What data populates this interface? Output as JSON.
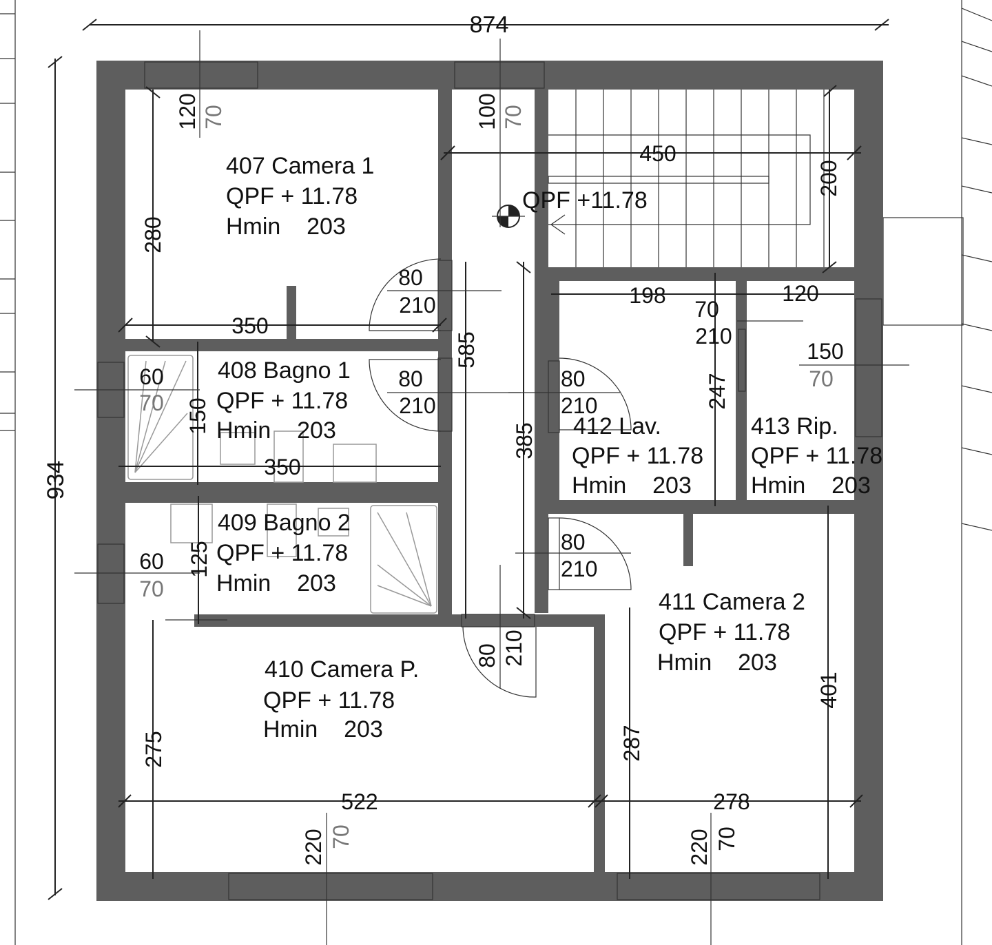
{
  "overall": {
    "width": "874",
    "height": "934"
  },
  "rooms": {
    "r407": {
      "name": "407  Camera 1",
      "qpf": "QPF + 11.78",
      "hmin": "Hmin    203"
    },
    "r408": {
      "name": "408  Bagno 1",
      "qpf": "QPF + 11.78",
      "hmin": "Hmin    203"
    },
    "r409": {
      "name": "409  Bagno 2",
      "qpf": "QPF + 11.78",
      "hmin": "Hmin    203"
    },
    "r410": {
      "name": "410  Camera P.",
      "qpf": "QPF + 11.78",
      "hmin": "Hmin    203"
    },
    "r411": {
      "name": "411  Camera 2",
      "qpf": "QPF + 11.78",
      "hmin": "Hmin    203"
    },
    "r412": {
      "name": "412  Lav.",
      "qpf": "QPF + 11.78",
      "hmin": "Hmin    203"
    },
    "r413": {
      "name": "413  Rip.",
      "qpf": "QPF + 11.78",
      "hmin": "Hmin    203"
    }
  },
  "stair_level": "QPF +11.78",
  "dims": {
    "d450": "450",
    "d200": "200",
    "d198": "198",
    "d120": "120",
    "d247": "247",
    "d280": "280",
    "d350a": "350",
    "d350b": "350",
    "d150": "150",
    "d125": "125",
    "d585": "585",
    "d385": "385",
    "d275": "275",
    "d522": "522",
    "d278": "278",
    "d287": "287",
    "d401": "401"
  },
  "openings": {
    "w407": [
      "120",
      "70"
    ],
    "w_corr": [
      "100",
      "70"
    ],
    "d407": [
      "80",
      "210"
    ],
    "d408": [
      "80",
      "210"
    ],
    "d412": [
      "80",
      "210"
    ],
    "d412_413": [
      "70",
      "210"
    ],
    "w413": [
      "150",
      "70"
    ],
    "w408": [
      "60",
      "70"
    ],
    "w409": [
      "60",
      "70"
    ],
    "d411": [
      "80",
      "210"
    ],
    "d410": [
      "80",
      "210"
    ],
    "w410": [
      "220",
      "70"
    ],
    "w411": [
      "220",
      "70"
    ]
  }
}
